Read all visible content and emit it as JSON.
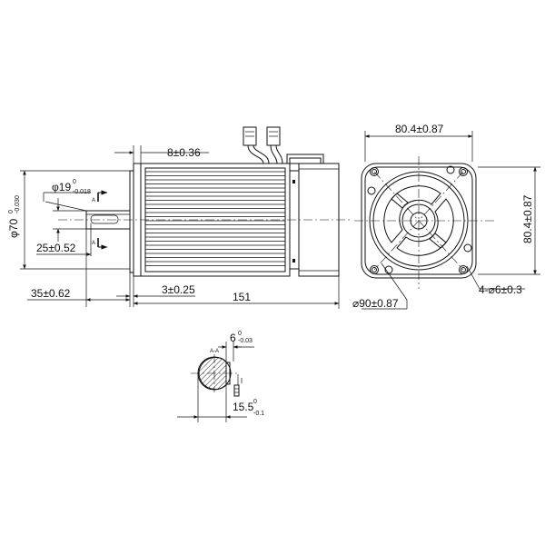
{
  "side_view": {
    "flange_thickness": "8±0.36",
    "shaft_diameter": "φ19",
    "shaft_diameter_tol_upper": "0",
    "shaft_diameter_tol_lower": "-0.018",
    "pilot_diameter": "φ70",
    "pilot_diameter_tol_upper": "0",
    "pilot_diameter_tol_lower": "-0.030",
    "key_length": "25±0.52",
    "shaft_length": "35±0.62",
    "pilot_step": "3±0.25",
    "body_length": "151",
    "section_marker": "A"
  },
  "front_view": {
    "width": "80.4±0.87",
    "height": "80.4±0.87",
    "bolt_circle": "⌀90±0.87",
    "holes": "4-⌀6±0.3"
  },
  "section_view": {
    "title": "A-A",
    "key_width": "6",
    "key_width_tol_upper": "0",
    "key_width_tol_lower": "-0.03",
    "key_height": "15.5",
    "key_height_tol_upper": "0",
    "key_height_tol_lower": "-0.1"
  }
}
